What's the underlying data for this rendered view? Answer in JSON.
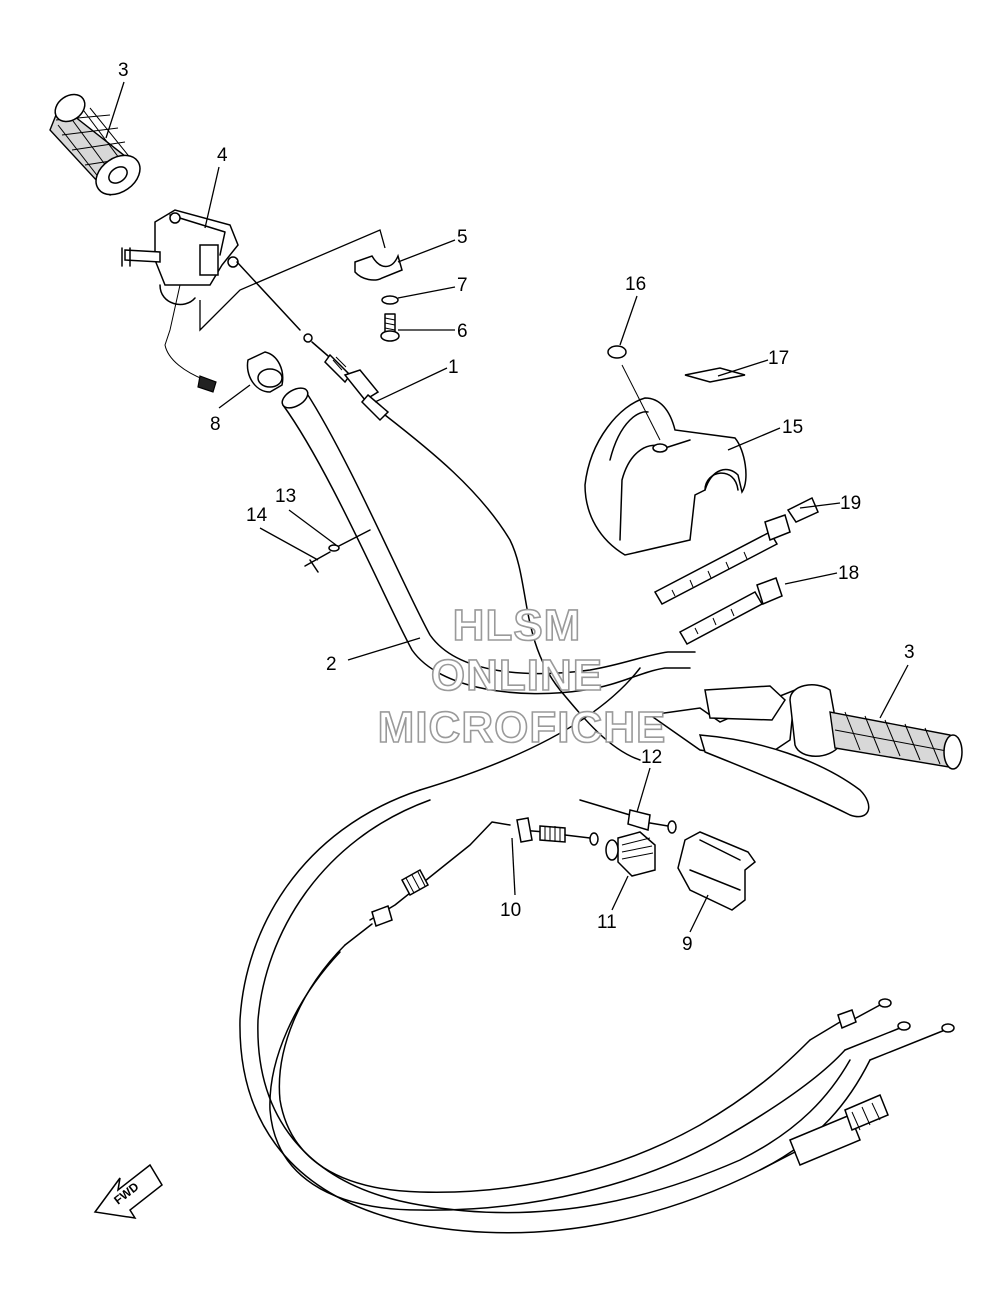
{
  "callouts": {
    "c1": "1",
    "c2": "2",
    "c3a": "3",
    "c3b": "3",
    "c4": "4",
    "c5": "5",
    "c6": "6",
    "c7": "7",
    "c8": "8",
    "c9": "9",
    "c10": "10",
    "c11": "11",
    "c12": "12",
    "c13": "13",
    "c14": "14",
    "c15": "15",
    "c16": "16",
    "c17": "17",
    "c18": "18",
    "c19": "19"
  },
  "watermark": {
    "line1": "HLSM",
    "line2": "ONLINE",
    "line3": "MICROFICHE"
  },
  "fwd_label": "FWD"
}
